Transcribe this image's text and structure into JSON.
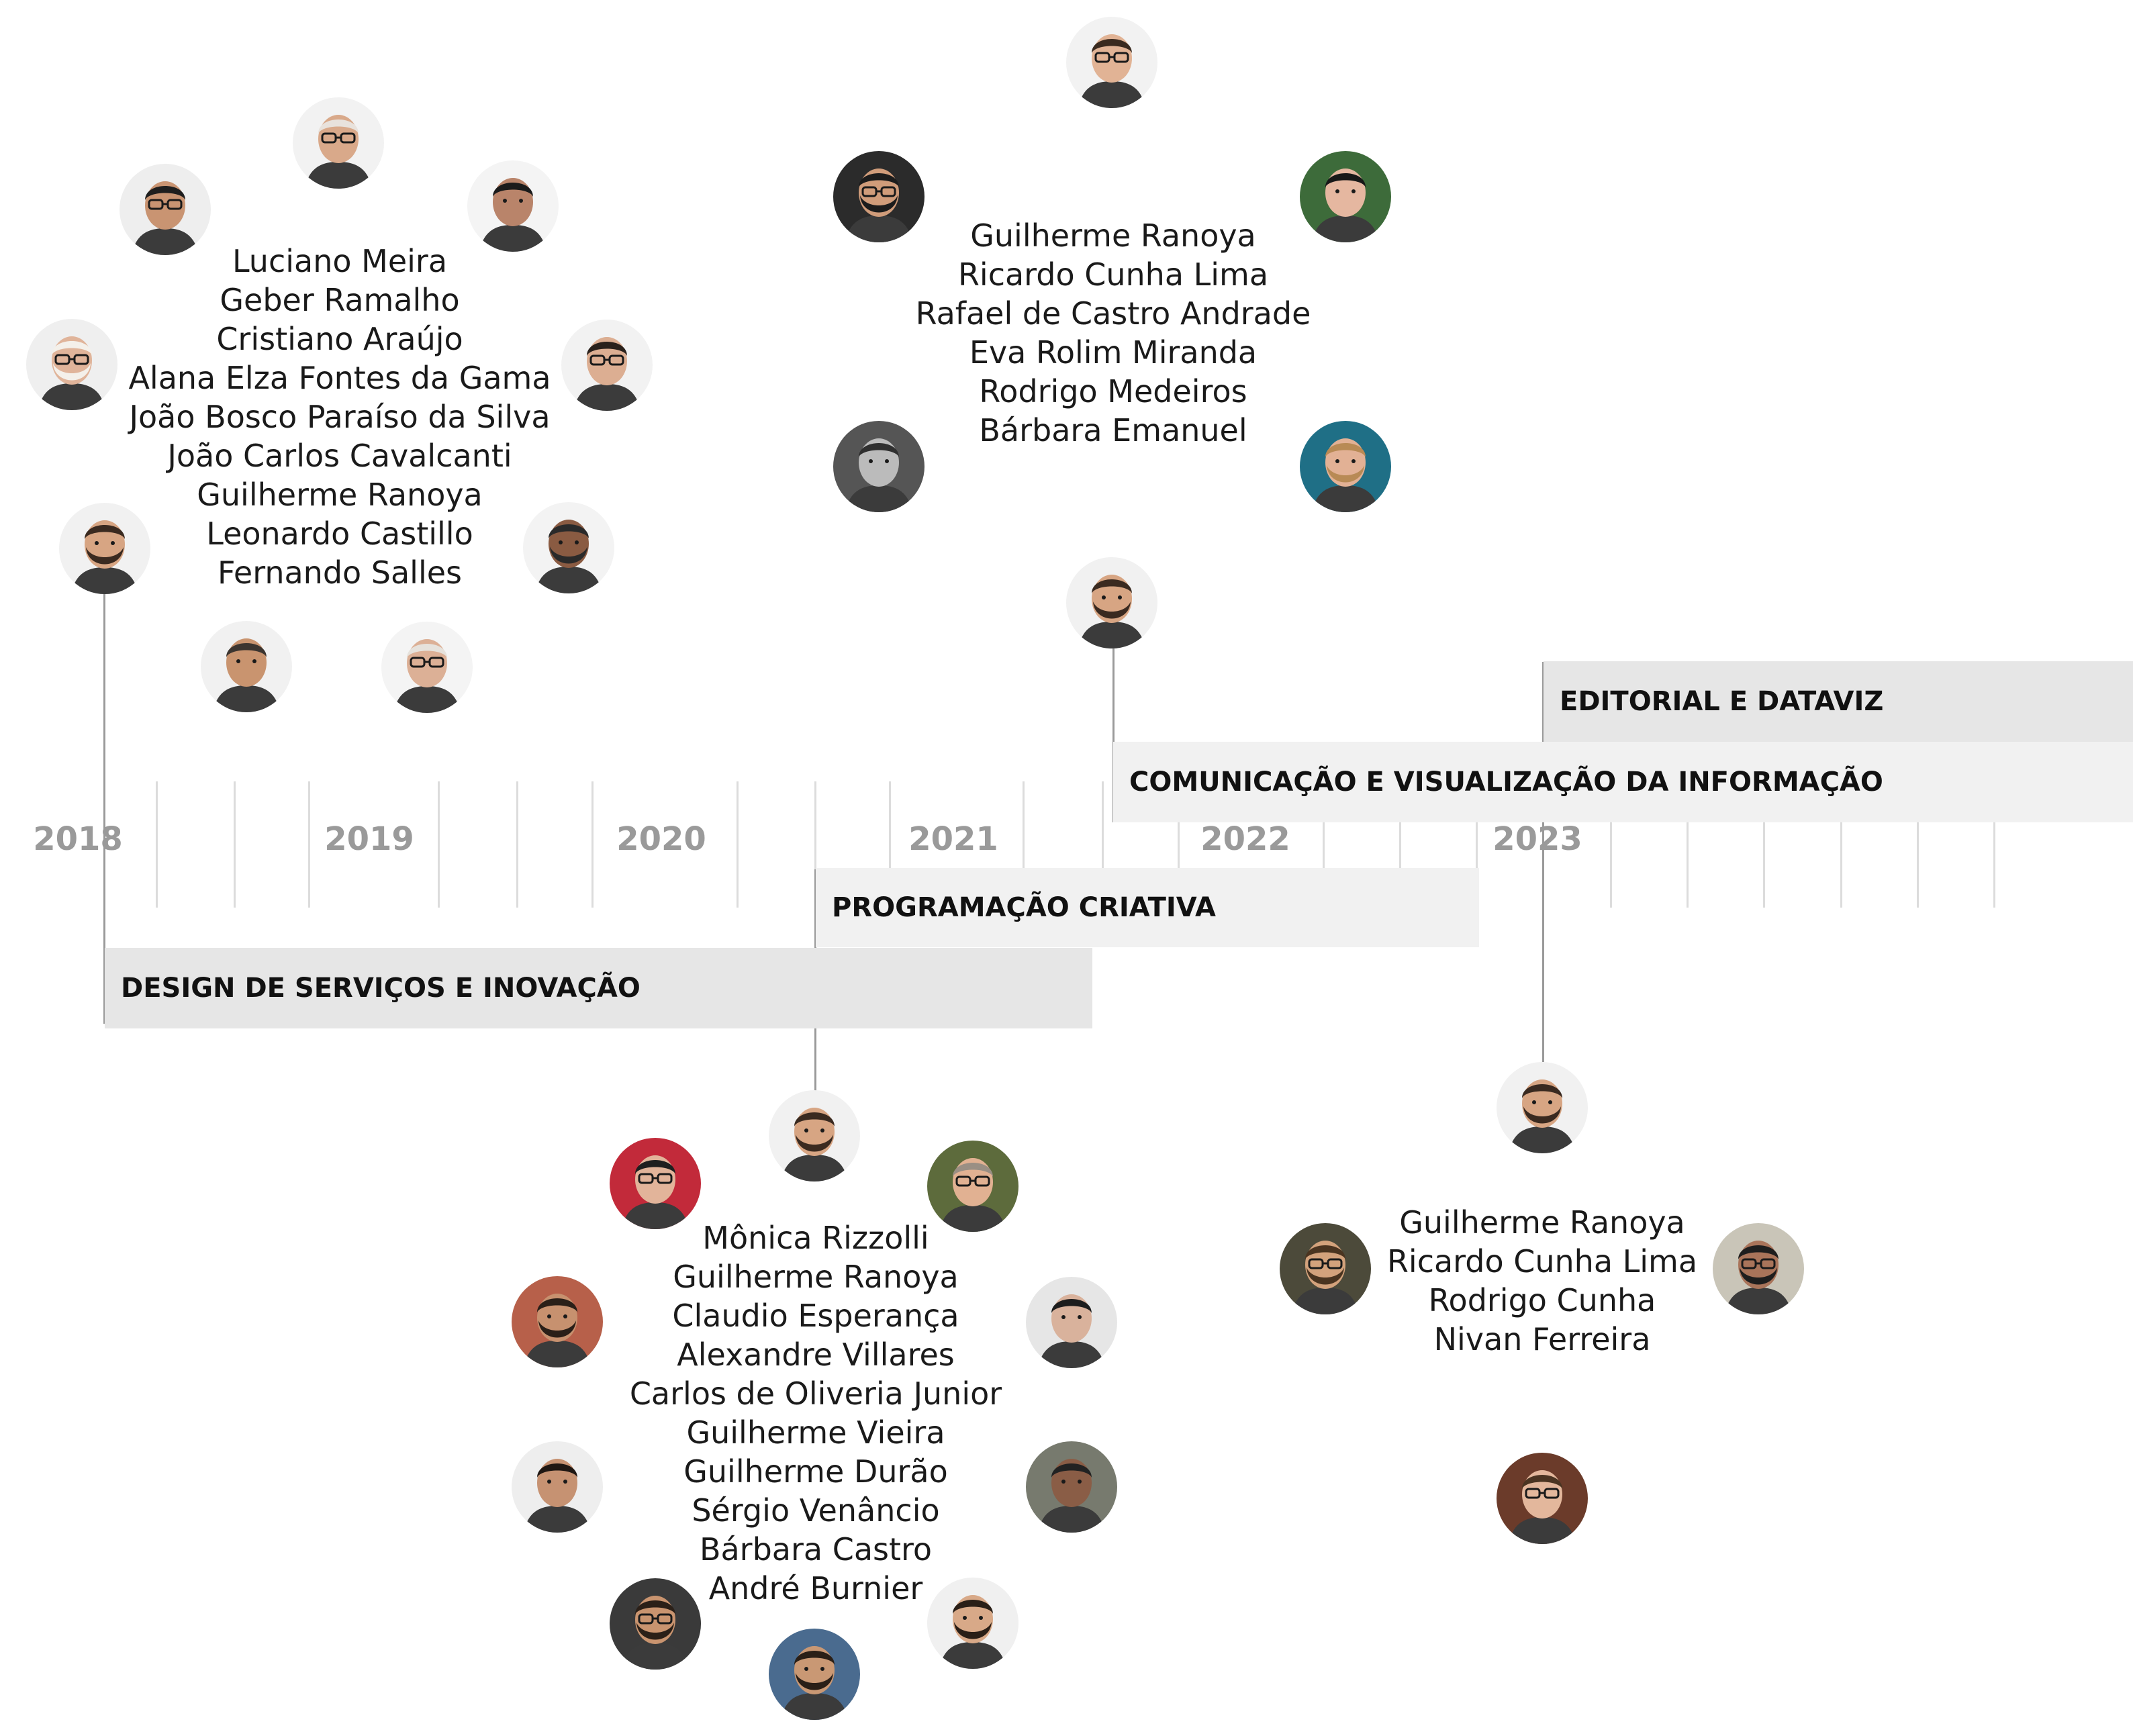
{
  "timeline": {
    "years": [
      "2018",
      "2019",
      "2020",
      "2021",
      "2022",
      "2023"
    ],
    "courses": [
      "EDITORIAL E DATAVIZ",
      "COMUNICAÇÃO E VISUALIZAÇÃO DA INFORMAÇÃO",
      "PROGRAMAÇÃO CRIATIVA",
      "DESIGN DE SERVIÇOS E INOVAÇÃO"
    ]
  },
  "teams": {
    "design_servicos": [
      "Luciano Meira",
      "Geber Ramalho",
      "Cristiano Araújo",
      "Alana Elza Fontes da Gama",
      "João Bosco Paraíso da Silva",
      "João Carlos Cavalcanti",
      "Guilherme Ranoya",
      "Leonardo Castillo",
      "Fernando Salles"
    ],
    "comunicacao_visualizacao": [
      "Guilherme Ranoya",
      "Ricardo Cunha Lima",
      "Rafael de Castro Andrade",
      "Eva Rolim Miranda",
      "Rodrigo Medeiros",
      "Bárbara Emanuel"
    ],
    "programacao_criativa": [
      "Mônica Rizzolli",
      "Guilherme Ranoya",
      "Claudio Esperança",
      "Alexandre Villares",
      "Carlos de Oliveria Junior",
      "Guilherme Vieira",
      "Guilherme Durão",
      "Sérgio Venâncio",
      "Bárbara Castro",
      "André Burnier"
    ],
    "editorial_dataviz": [
      "Guilherme Ranoya",
      "Ricardo Cunha Lima",
      "Rodrigo Cunha",
      "Nivan Ferreira"
    ]
  },
  "colors": {
    "band_dark": "#e6e6e6",
    "band_light": "#f1f1f1",
    "tick": "#dcdcdc",
    "year_text": "#9a9a9a",
    "connector": "#9a9a9a",
    "name_text": "#1a1a1a"
  }
}
